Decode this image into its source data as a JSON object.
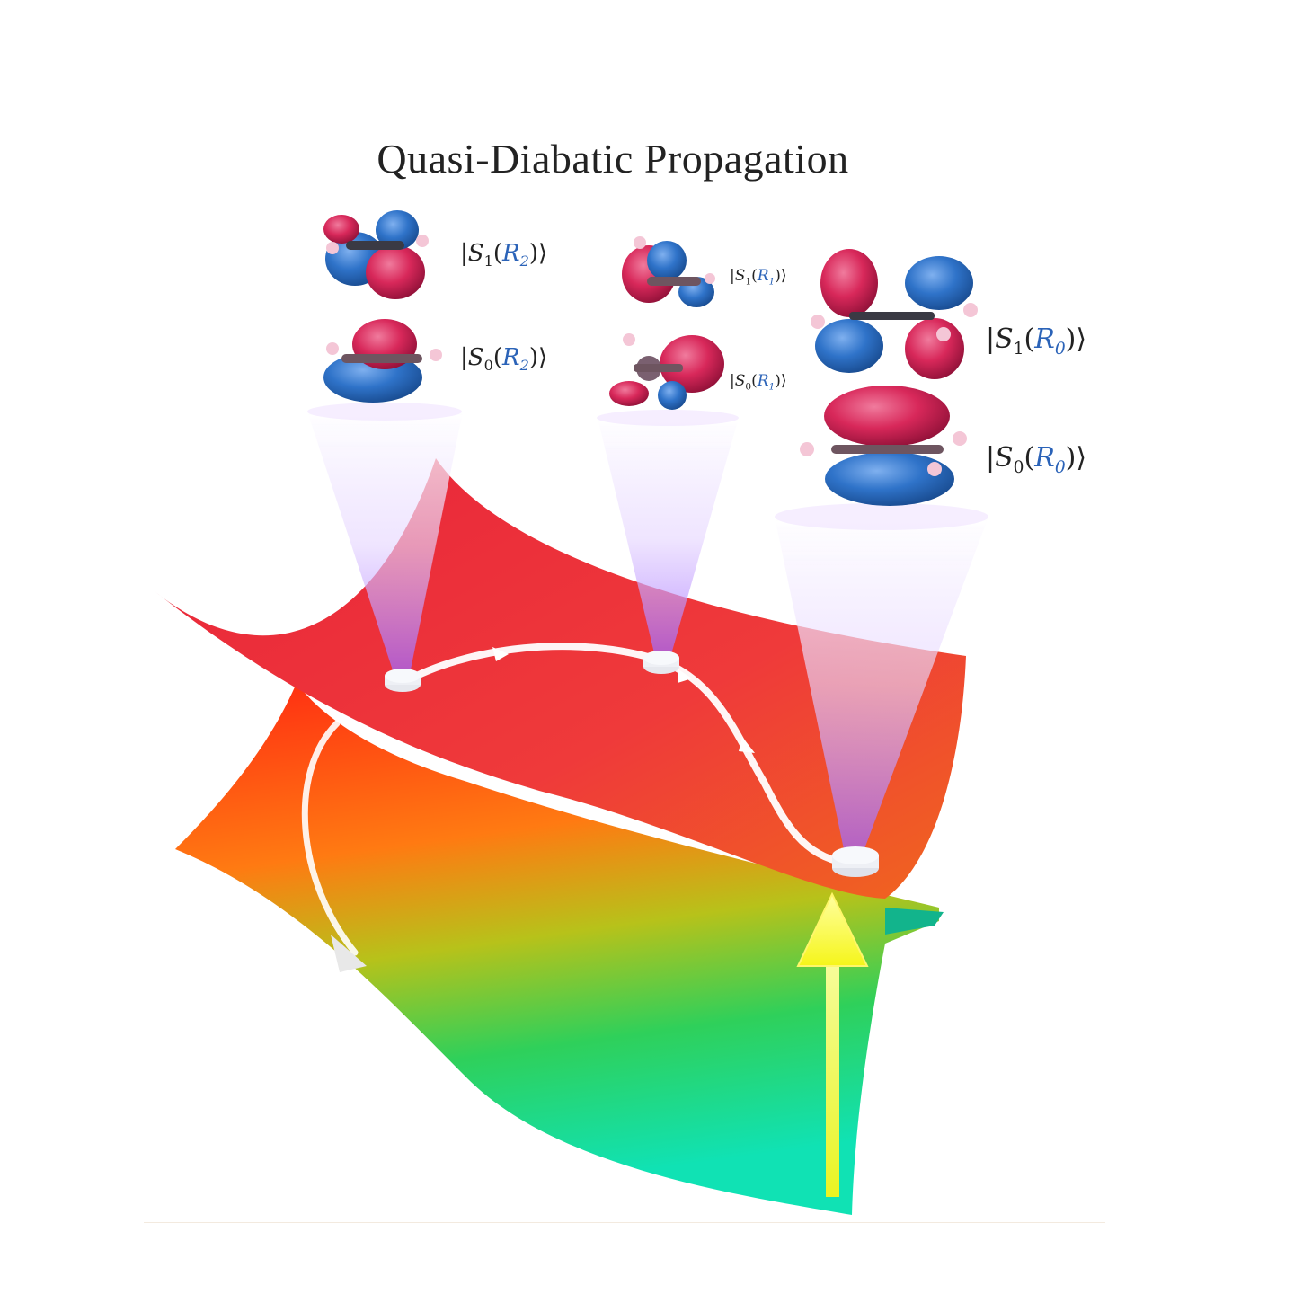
{
  "title": "Quasi-Diabatic Propagation",
  "states": {
    "R2": {
      "s1": {
        "bra": "|",
        "sym": "S",
        "sub_state": "1",
        "open": "(",
        "R": "R",
        "sub_geom": "2",
        "close": ")⟩"
      },
      "s0": {
        "bra": "|",
        "sym": "S",
        "sub_state": "0",
        "open": "(",
        "R": "R",
        "sub_geom": "2",
        "close": ")⟩"
      }
    },
    "R1": {
      "s1": {
        "bra": "|",
        "sym": "S",
        "sub_state": "1",
        "open": "(",
        "R": "R",
        "sub_geom": "1",
        "close": ")⟩"
      },
      "s0": {
        "bra": "|",
        "sym": "S",
        "sub_state": "0",
        "open": "(",
        "R": "R",
        "sub_geom": "1",
        "close": ")⟩"
      }
    },
    "R0": {
      "s1": {
        "bra": "|",
        "sym": "S",
        "sub_state": "1",
        "open": "(",
        "R": "R",
        "sub_geom": "0",
        "close": ")⟩"
      },
      "s0": {
        "bra": "|",
        "sym": "S",
        "sub_state": "0",
        "open": "(",
        "R": "R",
        "sub_geom": "0",
        "close": ")⟩"
      }
    }
  },
  "colors": {
    "orbital_positive": "#d8285a",
    "orbital_negative": "#2f73c9",
    "geometry_label": "#2b63b8",
    "upper_surface": "#e8243a",
    "lower_surface_top": "#ff3b1f",
    "lower_surface_bottom": "#12d9a6",
    "cone": "#b98cff",
    "excitation_arrow": "#ffff33"
  },
  "icons": [
    "orbital-icon",
    "trajectory-arrow",
    "excitation-arrow",
    "geometry-marker"
  ]
}
